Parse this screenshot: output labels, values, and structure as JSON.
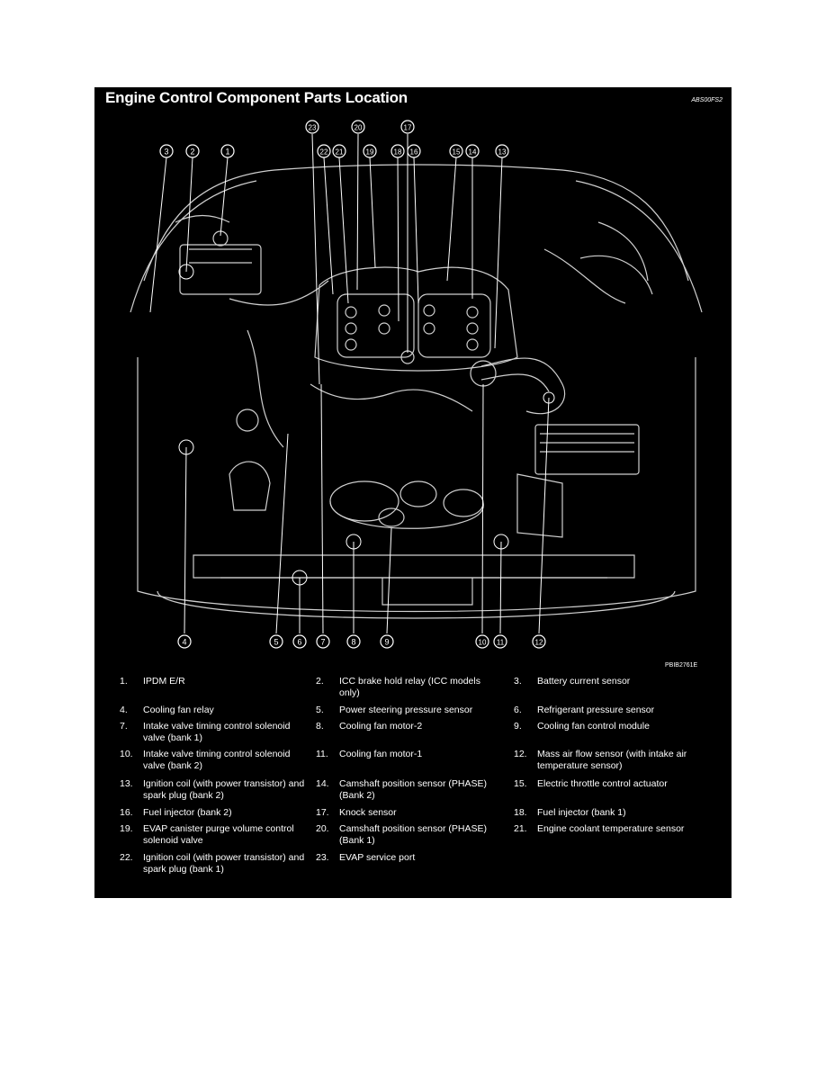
{
  "header": {
    "title": "Engine Control Component Parts Location",
    "code": "ABS00FS2"
  },
  "figure_id": "PBIB2761E",
  "callouts_top": [
    "23",
    "20",
    "17",
    "22",
    "21",
    "19",
    "18",
    "16",
    "15",
    "14",
    "13",
    "3",
    "2",
    "1"
  ],
  "callouts_bottom": [
    "4",
    "5",
    "6",
    "7",
    "8",
    "9",
    "10",
    "11",
    "12"
  ],
  "legend": [
    {
      "num": "1.",
      "text": "IPDM E/R"
    },
    {
      "num": "2.",
      "text": "ICC brake hold relay (ICC models only)"
    },
    {
      "num": "3.",
      "text": "Battery current sensor"
    },
    {
      "num": "4.",
      "text": "Cooling fan relay"
    },
    {
      "num": "5.",
      "text": "Power steering pressure sensor"
    },
    {
      "num": "6.",
      "text": "Refrigerant pressure sensor"
    },
    {
      "num": "7.",
      "text": "Intake valve timing control solenoid valve (bank 1)"
    },
    {
      "num": "8.",
      "text": "Cooling fan motor-2"
    },
    {
      "num": "9.",
      "text": "Cooling fan control module"
    },
    {
      "num": "10.",
      "text": "Intake valve timing control solenoid valve (bank 2)"
    },
    {
      "num": "11.",
      "text": "Cooling fan motor-1"
    },
    {
      "num": "12.",
      "text": "Mass air flow sensor (with intake air temperature sensor)"
    },
    {
      "num": "13.",
      "text": "Ignition coil (with power transistor) and spark plug (bank 2)"
    },
    {
      "num": "14.",
      "text": "Camshaft position sensor (PHASE) (Bank 2)"
    },
    {
      "num": "15.",
      "text": "Electric throttle control actuator"
    },
    {
      "num": "16.",
      "text": "Fuel injector (bank 2)"
    },
    {
      "num": "17.",
      "text": "Knock sensor"
    },
    {
      "num": "18.",
      "text": "Fuel injector (bank 1)"
    },
    {
      "num": "19.",
      "text": "EVAP canister purge volume control solenoid valve"
    },
    {
      "num": "20.",
      "text": "Camshaft position sensor (PHASE) (Bank 1)"
    },
    {
      "num": "21.",
      "text": "Engine coolant temperature sensor"
    },
    {
      "num": "22.",
      "text": "Ignition coil (with power transistor) and spark plug (bank 1)"
    },
    {
      "num": "23.",
      "text": "EVAP service port"
    }
  ]
}
